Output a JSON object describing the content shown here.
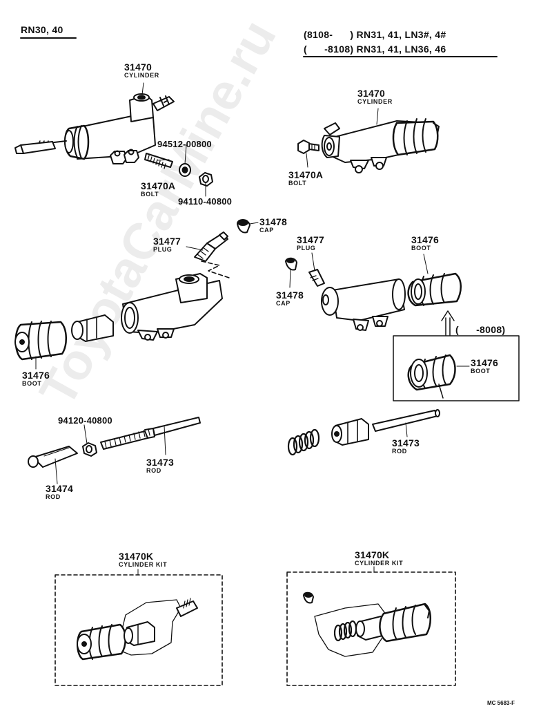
{
  "header": {
    "left_model": "RN30, 40",
    "right_line1": "(8108-      ) RN31, 41, LN3#, 4#",
    "right_line2": "(      -8108) RN31, 41, LN36, 46"
  },
  "watermark": "ToyotaCarMine.ru",
  "parts": {
    "cylinder_left": {
      "number": "31470",
      "name": "CYLINDER"
    },
    "cylinder_right": {
      "number": "31470",
      "name": "CYLINDER"
    },
    "bolt_left": {
      "number": "31470A",
      "name": "BOLT"
    },
    "bolt_right": {
      "number": "31470A",
      "name": "BOLT"
    },
    "washer_94512": {
      "number": "94512-00800"
    },
    "nut_94110": {
      "number": "94110-40800"
    },
    "plug_left": {
      "number": "31477",
      "name": "PLUG"
    },
    "cap_left": {
      "number": "31478",
      "name": "CAP"
    },
    "plug_right": {
      "number": "31477",
      "name": "PLUG"
    },
    "cap_right": {
      "number": "31478",
      "name": "CAP"
    },
    "boot_left": {
      "number": "31476",
      "name": "BOOT"
    },
    "boot_right": {
      "number": "31476",
      "name": "BOOT"
    },
    "boot_inset": {
      "number": "31476",
      "name": "BOOT",
      "range": "(      -8008)"
    },
    "nut_94120": {
      "number": "94120-40800"
    },
    "rod_31474": {
      "number": "31474",
      "name": "ROD"
    },
    "rod_left": {
      "number": "31473",
      "name": "ROD"
    },
    "rod_right": {
      "number": "31473",
      "name": "ROD"
    },
    "kit_left": {
      "number": "31470K",
      "name": "CYLINDER KIT"
    },
    "kit_right": {
      "number": "31470K",
      "name": "CYLINDER KIT"
    }
  },
  "footer": {
    "code": "MC 5683-F"
  }
}
